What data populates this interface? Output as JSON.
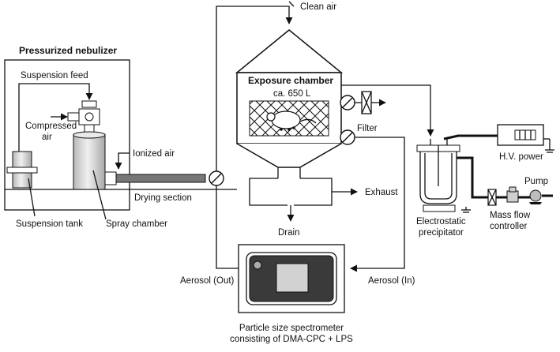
{
  "labels": {
    "clean_air": "Clean air",
    "pressurized_nebulizer": "Pressurized nebulizer",
    "suspension_feed": "Suspension feed",
    "compressed_air": [
      "Compressed",
      "air"
    ],
    "ionized_air": "Ionized air",
    "drying_section": "Drying section",
    "suspension_tank": "Suspension tank",
    "spray_chamber": "Spray chamber",
    "exposure_chamber": "Exposure chamber",
    "volume": "ca. 650 L",
    "filter": "Filter",
    "exhaust": "Exhaust",
    "drain": "Drain",
    "hv_power": "H.V. power",
    "pump": "Pump",
    "electrostatic_precipitator": [
      "Electrostatic",
      "precipitator"
    ],
    "mass_flow_controller": [
      "Mass flow",
      "controller"
    ],
    "aerosol_out": "Aerosol (Out)",
    "aerosol_in": "Aerosol (In)",
    "spectrometer": [
      "Particle size spectrometer",
      "consisting of DMA-CPC + LPS"
    ]
  },
  "colors": {
    "stroke": "#111111",
    "cylinder_fill": "#d8d8d8",
    "screen_fill": "#c6c6c6",
    "spectrometer_inner": "#cfcfcf"
  }
}
